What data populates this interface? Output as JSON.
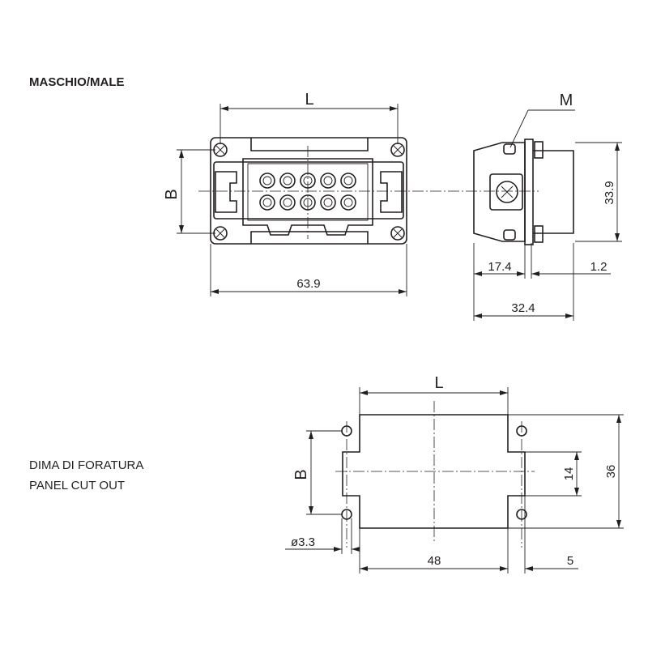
{
  "male_view": {
    "title": "MASCHIO/MALE",
    "dims": {
      "L": "L",
      "B": "B",
      "M": "M",
      "width": "63.9",
      "height": "33.9",
      "depth_front": "17.4",
      "flange": "1.2",
      "depth_total": "32.4"
    }
  },
  "panel_cutout": {
    "title_it": "DIMA DI FORATURA",
    "title_en": "PANEL CUT OUT",
    "dims": {
      "L": "L",
      "B": "B",
      "hole_diameter": "ø3.3",
      "width": "48",
      "offset": "5",
      "slot_height": "14",
      "height": "36"
    }
  }
}
